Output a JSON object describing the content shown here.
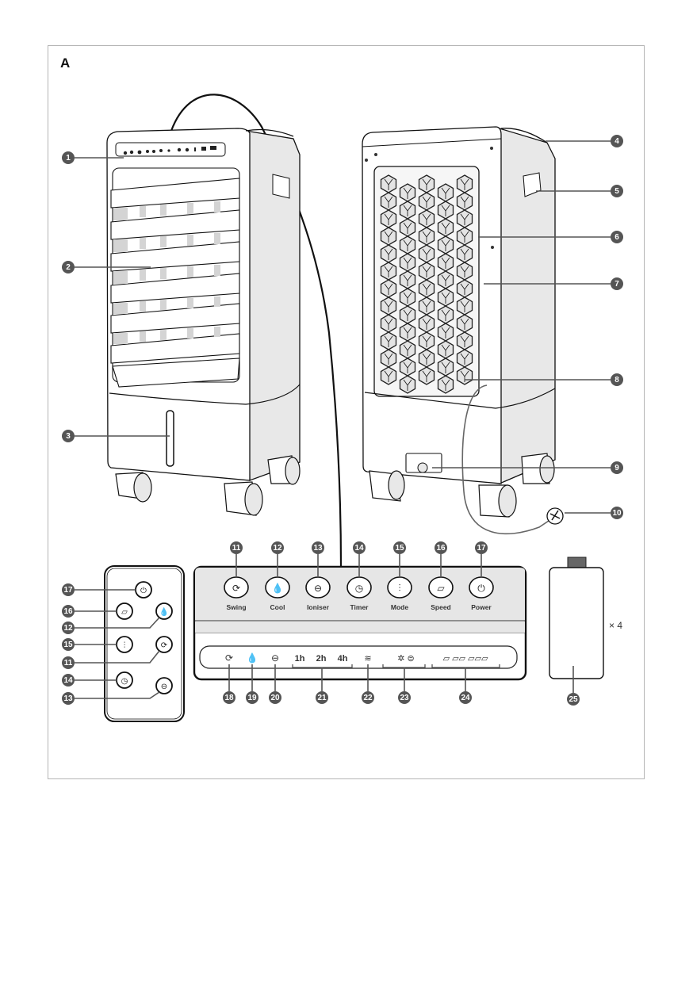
{
  "figure": {
    "letter": "A",
    "quantity_note": "× 4"
  },
  "colors": {
    "line": "#111111",
    "callout": "#555555",
    "panel_fill": "#e6e6e6",
    "side_fill": "#e8e8e8",
    "frame": "#b5b5b5"
  },
  "control_panel": {
    "buttons": [
      {
        "num": "11",
        "label": "Swing",
        "icon": "swing-icon"
      },
      {
        "num": "12",
        "label": "Cool",
        "icon": "cool-icon"
      },
      {
        "num": "13",
        "label": "Ioniser",
        "icon": "ioniser-icon"
      },
      {
        "num": "14",
        "label": "Timer",
        "icon": "timer-icon"
      },
      {
        "num": "15",
        "label": "Mode",
        "icon": "mode-icon"
      },
      {
        "num": "16",
        "label": "Speed",
        "icon": "speed-icon"
      },
      {
        "num": "17",
        "label": "Power",
        "icon": "power-icon"
      }
    ],
    "indicators": [
      {
        "num": "18",
        "icon": "swing-indicator-icon"
      },
      {
        "num": "19",
        "icon": "cool-indicator-icon"
      },
      {
        "num": "20",
        "icon": "ioniser-indicator-icon"
      },
      {
        "num": "21",
        "timer_values": [
          "1h",
          "2h",
          "4h"
        ]
      },
      {
        "num": "22",
        "icon": "natural-mode-icon"
      },
      {
        "num": "23",
        "icon": "mode-indicators-icon"
      },
      {
        "num": "24",
        "icon": "speed-levels-icon"
      }
    ]
  },
  "remote": {
    "callouts": [
      "17",
      "16",
      "12",
      "15",
      "11",
      "14",
      "13"
    ]
  },
  "unit_callouts": {
    "front": [
      "1",
      "2",
      "3"
    ],
    "rear": [
      "4",
      "5",
      "6",
      "7",
      "8",
      "9",
      "10"
    ],
    "ice_pack": "25"
  }
}
